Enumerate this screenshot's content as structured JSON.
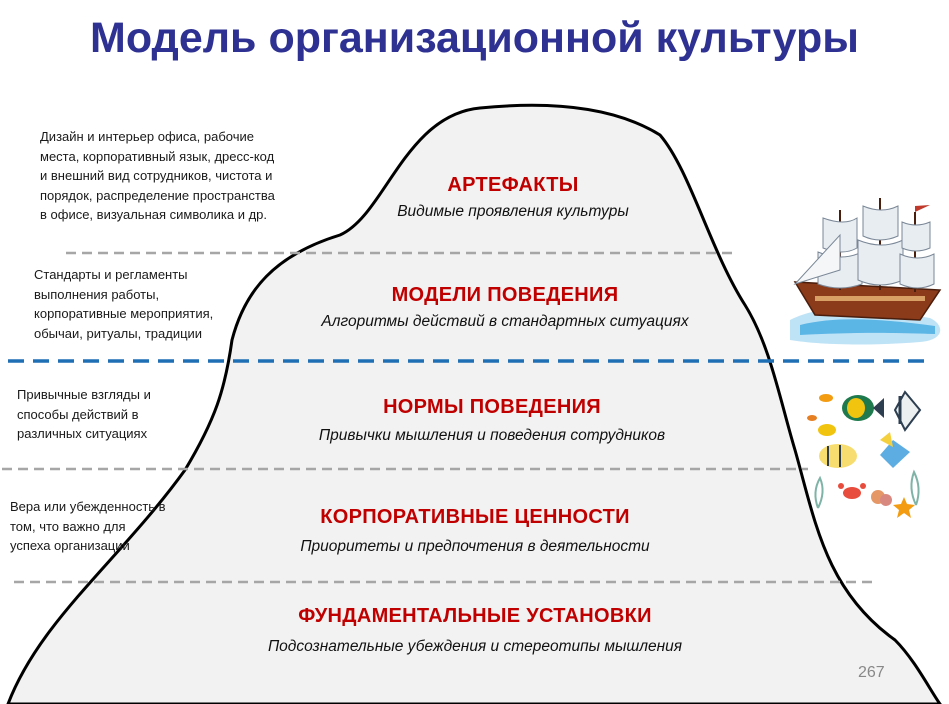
{
  "title": "Модель организационной культуры",
  "layers": [
    {
      "heading": "АРТЕФАКТЫ",
      "subtitle": "Видимые проявления культуры",
      "note": [
        "Дизайн и интерьер офиса, рабочие",
        "места, корпоративный язык, дресс-код",
        "и внешний вид сотрудников, чистота и",
        "порядок,  распределение пространства",
        "в офисе, визуальная символика и др."
      ]
    },
    {
      "heading": "МОДЕЛИ ПОВЕДЕНИЯ",
      "subtitle": "Алгоритмы действий в стандартных ситуациях",
      "note": [
        "Стандарты и регламенты",
        "выполнения работы,",
        "корпоративные мероприятия,",
        "обычаи, ритуалы, традиции"
      ]
    },
    {
      "heading": "НОРМЫ ПОВЕДЕНИЯ",
      "subtitle": "Привычки мышления и поведения сотрудников",
      "note": [
        "Привычные взгляды и",
        "способы действий в",
        "различных ситуациях"
      ]
    },
    {
      "heading": "КОРПОРАТИВНЫЕ  ЦЕННОСТИ",
      "subtitle": "Приоритеты и предпочтения в деятельности",
      "note": [
        "Вера или убежденность в",
        "том, что важно для",
        "успеха организации"
      ]
    },
    {
      "heading": "ФУНДАМЕНТАЛЬНЫЕ  УСТАНОВКИ",
      "subtitle": "Подсознательные убеждения и стереотипы мышления",
      "note": []
    }
  ],
  "page_number": "267",
  "icons": [
    "sailing-ship-icon",
    "tropical-fish-icon",
    "crab-icon",
    "starfish-icon",
    "coral-icon",
    "seaweed-icon"
  ],
  "colors": {
    "title": "#2e3192",
    "heading": "#c00000",
    "iceberg_fill": "#f2f2f2",
    "waterline": "#1f6fb5",
    "divider": "#a6a6a6"
  }
}
